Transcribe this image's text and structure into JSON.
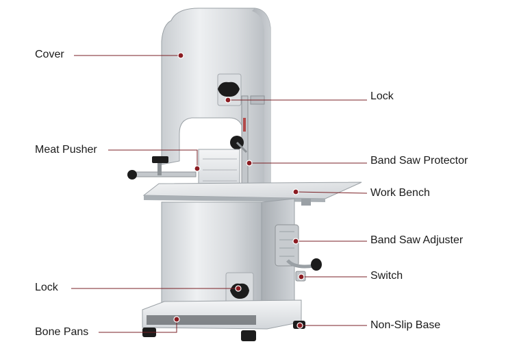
{
  "labels": {
    "cover": "Cover",
    "lock_top": "Lock",
    "meat_pusher": "Meat Pusher",
    "band_saw_protector": "Band Saw Protector",
    "work_bench": "Work Bench",
    "band_saw_adjuster": "Band Saw Adjuster",
    "switch": "Switch",
    "lock_bottom": "Lock",
    "non_slip_base": "Non-Slip Base",
    "bone_pans": "Bone Pans"
  },
  "colors": {
    "leader_line": "#7a1f24",
    "marker_dot": "#8b1c22",
    "metal_light": "#e4e6e8",
    "metal_mid": "#c4c8cc",
    "metal_dark": "#8d9296",
    "knob": "#1c1c1c"
  }
}
